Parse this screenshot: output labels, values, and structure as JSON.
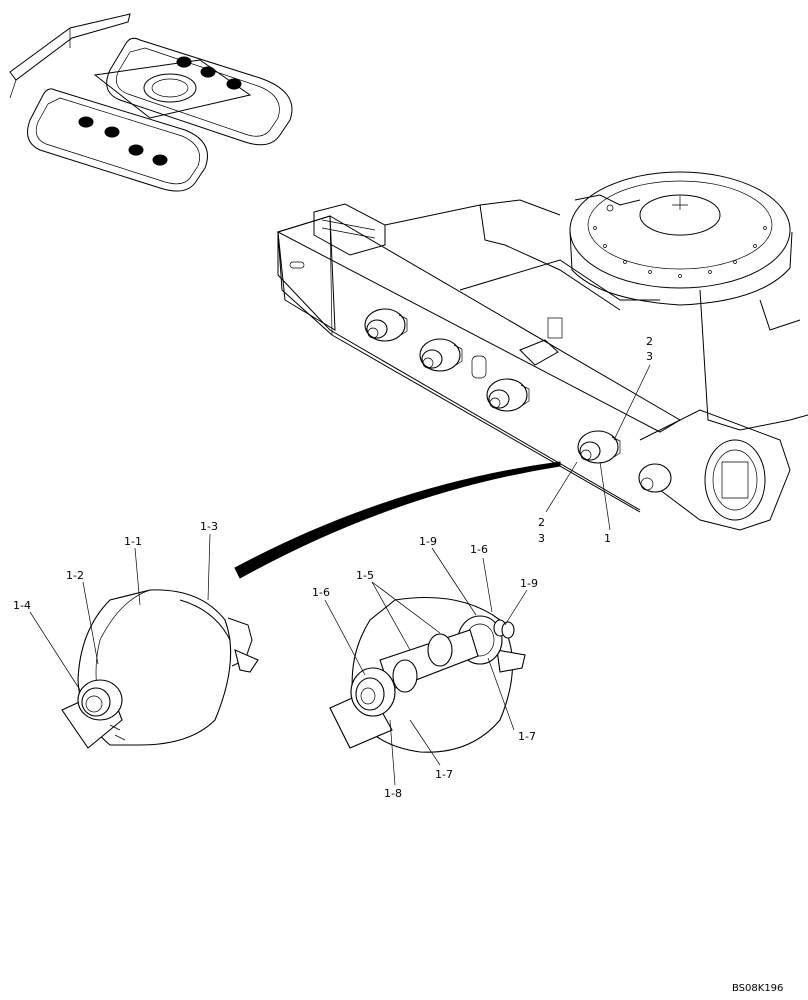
{
  "callouts": {
    "c2_top": "2",
    "c3_top": "3",
    "c2_bottom": "2",
    "c3_bottom": "3",
    "c1": "1",
    "c1_1": "1-1",
    "c1_2": "1-2",
    "c1_3": "1-3",
    "c1_4": "1-4",
    "c1_5": "1-5",
    "c1_6_left": "1-6",
    "c1_6_right": "1-6",
    "c1_7_right": "1-7",
    "c1_7_bottom": "1-7",
    "c1_8": "1-8",
    "c1_9_top": "1-9",
    "c1_9_right": "1-9"
  },
  "drawing_ref": "BS08K196"
}
